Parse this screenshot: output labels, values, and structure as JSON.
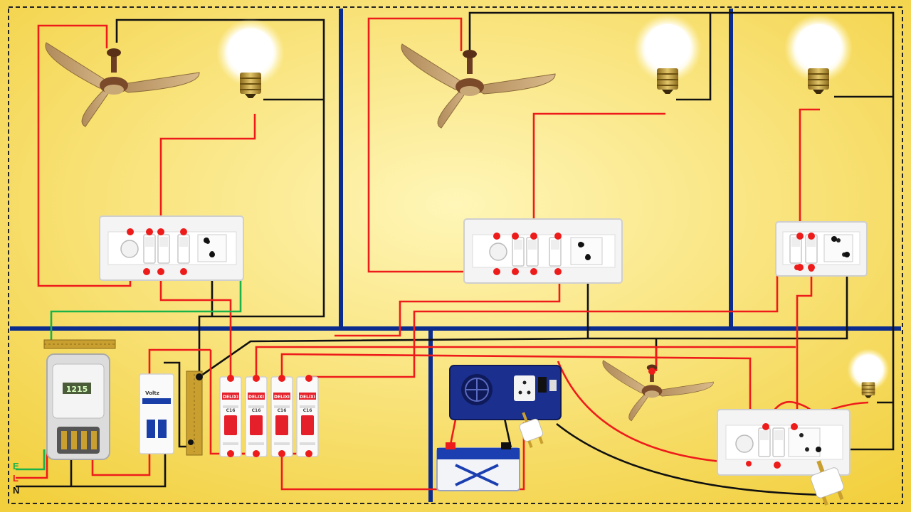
{
  "colors": {
    "background_center": "#fff6b8",
    "background_edge": "#f2cf3c",
    "partition": "#0b2c8c",
    "phase_wire": "#ee1b1b",
    "neutral_wire": "#111111",
    "earth_wire": "#19b34a",
    "mcb_handle": "#e5202a",
    "inverter_body": "#1b2f8f"
  },
  "supply_labels": {
    "earth": "E",
    "line": "L",
    "neutral": "N"
  },
  "meter": {
    "display": "1215"
  },
  "main_switch": {
    "brand": "Voltz"
  },
  "mcbs": [
    {
      "brand": "DELIXI",
      "rating": "C16"
    },
    {
      "brand": "DELIXI",
      "rating": "C16"
    },
    {
      "brand": "DELIXI",
      "rating": "C16"
    },
    {
      "brand": "DELIXI",
      "rating": "C16"
    }
  ],
  "icons": {
    "fan": "ceiling-fan-icon",
    "bulb": "light-bulb-icon",
    "switchboard": "switchboard-icon",
    "meter": "energy-meter-icon",
    "inverter": "inverter-icon",
    "battery": "battery-icon",
    "plug": "three-pin-plug-icon",
    "busbar": "busbar-icon"
  }
}
